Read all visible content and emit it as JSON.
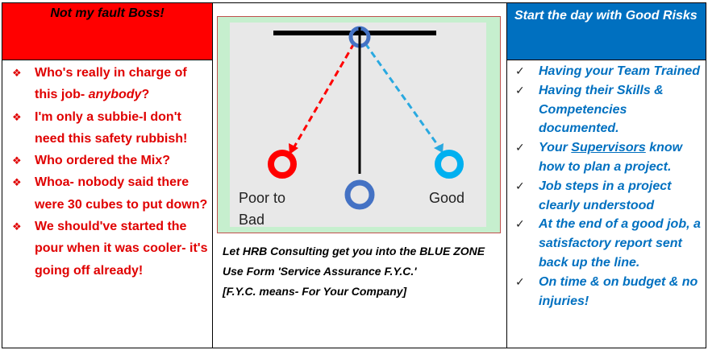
{
  "left": {
    "title": "Not my fault Boss!",
    "items": [
      {
        "text": "Who's really in charge of this job- ",
        "emph": "anybody",
        "tail": "?"
      },
      {
        "text": "I'm only a subbie-I don't need this safety rubbish!"
      },
      {
        "text": "Who ordered the Mix?"
      },
      {
        "text": "Whoa- nobody said there were 30 cubes to put down?"
      },
      {
        "text": "We should've started the pour when it was cooler- it's going off already!"
      }
    ],
    "bullet_icon": "diamond-bullet-icon",
    "colors": {
      "header_bg": "#ff0000",
      "text": "#e00000"
    }
  },
  "middle": {
    "diagram": {
      "label_bad": "Poor to Bad",
      "label_good": "Good",
      "colors": {
        "bad": "#ff0000",
        "good": "#00b0f0",
        "neutral": "#4472c4",
        "frame": "#c0504d",
        "bg": "#e8e8e8",
        "border_bg": "#c6efce"
      }
    },
    "lines": [
      "Let HRB Consulting get you into the BLUE ZONE",
      "Use Form 'Service Assurance F.Y.C.'",
      "[F.Y.C. means- For Your Company]"
    ]
  },
  "right": {
    "title": "Start the day with Good Risks",
    "items": [
      {
        "text": "Having your Team Trained"
      },
      {
        "text": "Having their Skills & Competencies documented."
      },
      {
        "pre": "Your ",
        "underlined": "Supervisors",
        "text": " know how to plan a project."
      },
      {
        "text": "Job steps in a project clearly understood"
      },
      {
        "text": "At the end of a good job, a satisfactory report sent back up the line."
      },
      {
        "text": "On time & on budget & no injuries!"
      }
    ],
    "bullet_icon": "checkmark-icon",
    "colors": {
      "header_bg": "#0070c0",
      "text": "#0070c0"
    }
  }
}
